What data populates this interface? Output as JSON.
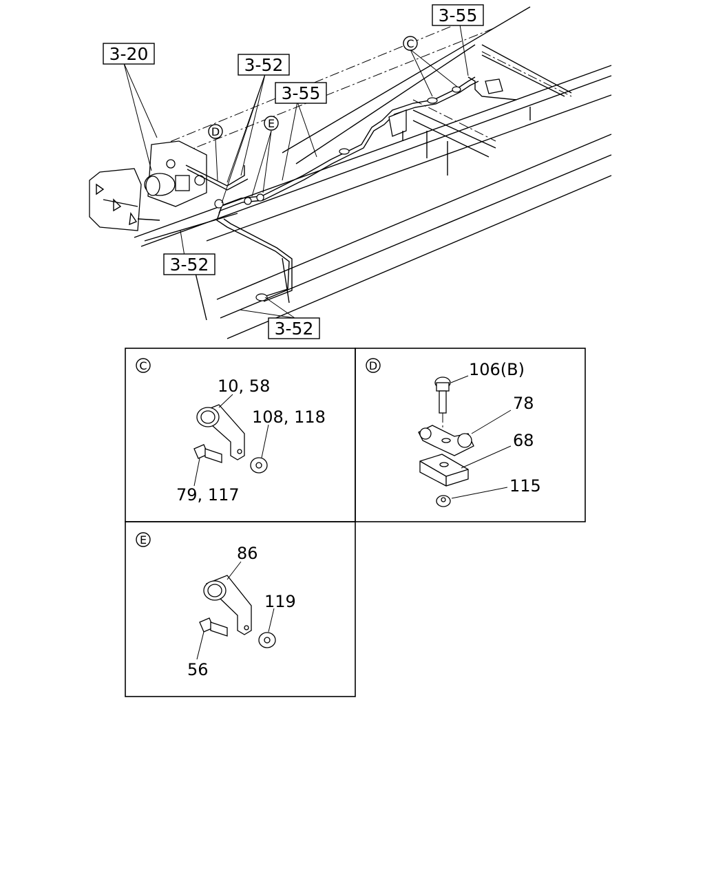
{
  "main_view": {
    "refs": [
      "3-55",
      "3-20",
      "3-52",
      "3-55",
      "3-52",
      "3-52"
    ],
    "markers": [
      "C",
      "D",
      "E"
    ]
  },
  "detail_c": {
    "marker": "C",
    "labels": [
      "10, 58",
      "108, 118",
      "79, 117"
    ]
  },
  "detail_d": {
    "marker": "D",
    "labels": [
      "106(B)",
      "78",
      "68",
      "115"
    ]
  },
  "detail_e": {
    "marker": "E",
    "labels": [
      "86",
      "119",
      "56"
    ]
  }
}
